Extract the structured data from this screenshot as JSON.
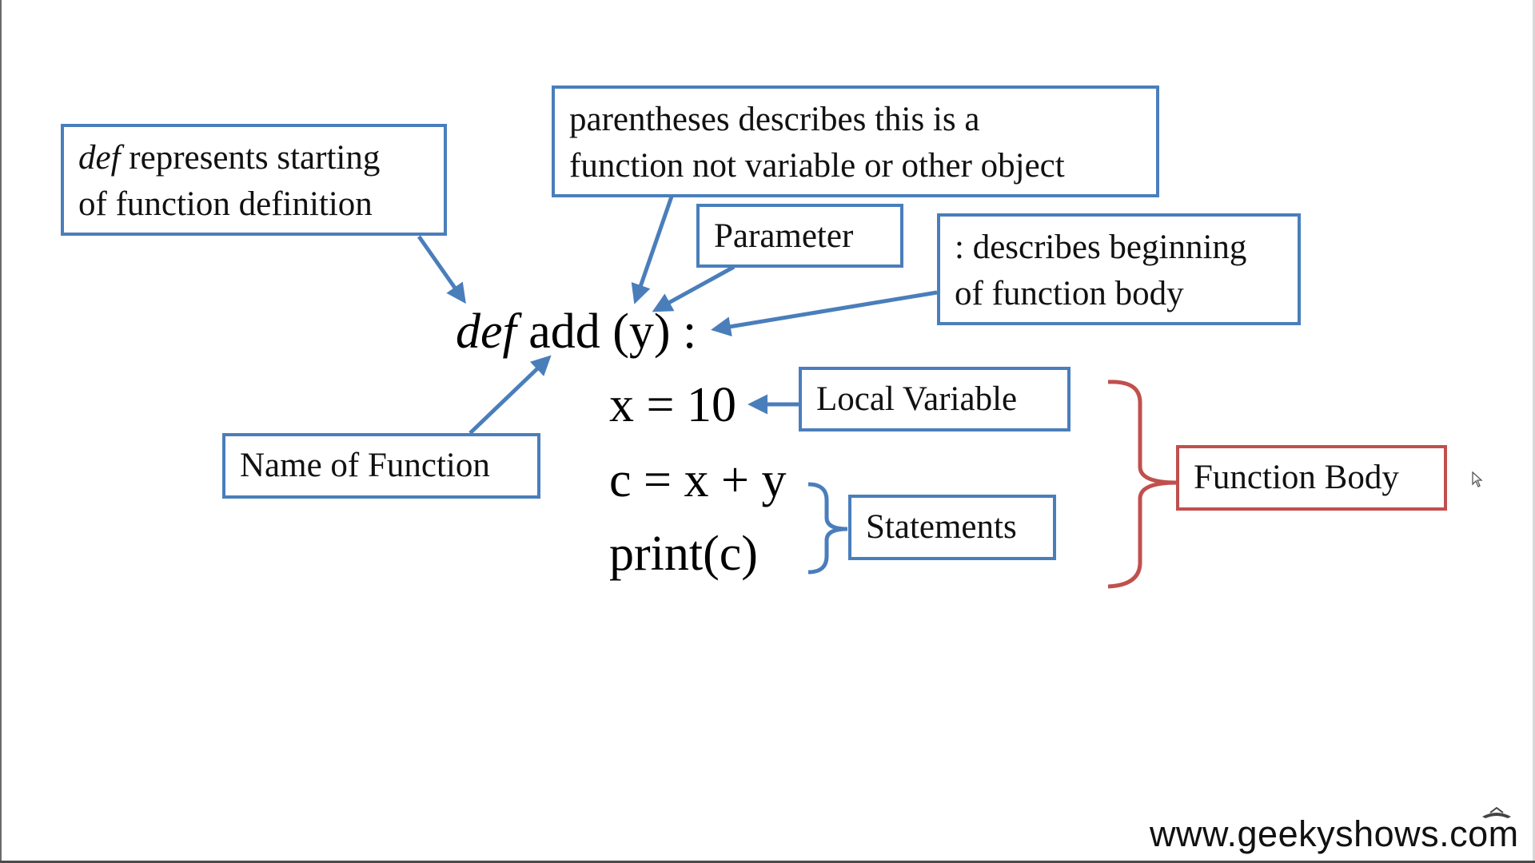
{
  "labels": {
    "def_box": {
      "keyword": "def",
      "line1_rest": "represents starting",
      "line2": "of function definition"
    },
    "parentheses_box": {
      "line1": "parentheses describes this is a",
      "line2": "function not variable or other object"
    },
    "parameter_box": "Parameter",
    "colon_box": {
      "line1": ": describes beginning",
      "line2": "of function body"
    },
    "local_variable_box": "Local Variable",
    "name_box": "Name of Function",
    "statements_box": "Statements",
    "function_body_box": "Function Body"
  },
  "code": {
    "def_keyword": "def",
    "header_rest": "add (y) :",
    "line1": "x = 10",
    "line2": "c = x + y",
    "line3": "print(c)"
  },
  "footer": {
    "website": "www.geekyshows.com"
  },
  "colors": {
    "blue": "#4a7ebb",
    "red": "#c0504d"
  },
  "icons": [
    "mouse-cursor-icon",
    "hat-icon"
  ]
}
